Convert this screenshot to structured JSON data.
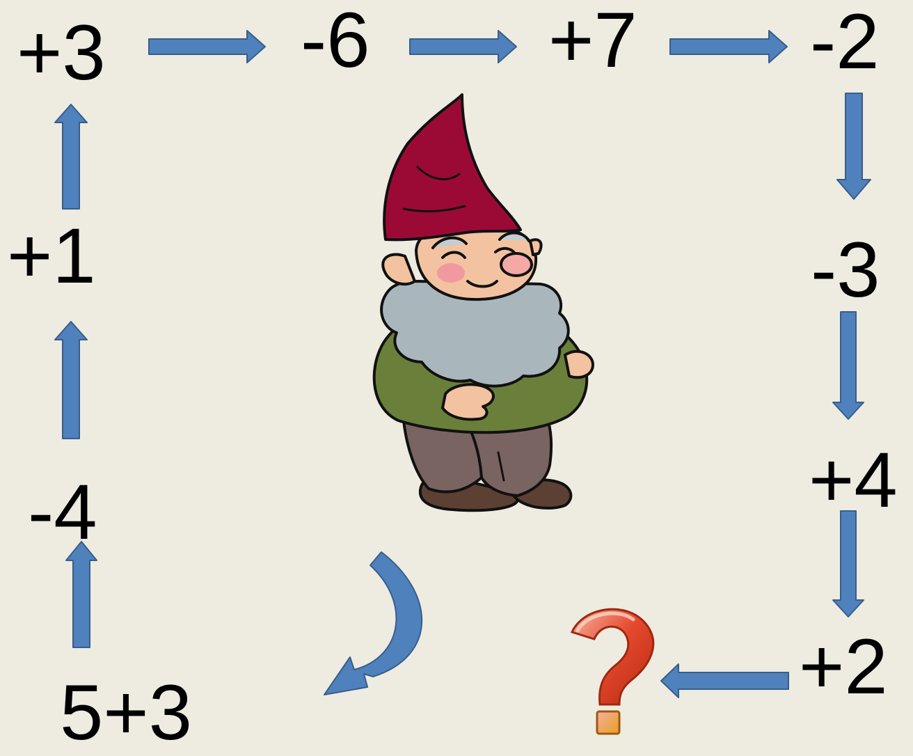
{
  "puzzle": {
    "start": "5+3",
    "steps": [
      "-4",
      "+1",
      "+3",
      "-6",
      "+7",
      "-2",
      "-3",
      "+4",
      "+2"
    ],
    "answer_symbol": "?",
    "colors": {
      "background": "#eeebe1",
      "arrow": "#4f81bd",
      "arrow_outline": "#385d8a",
      "question_mark": "#e64a2e",
      "gnome_hat": "#9b0a35",
      "gnome_sweater": "#6a7f3a",
      "gnome_beard": "#a9b7bd",
      "gnome_trousers": "#7a6462"
    },
    "icons": [
      "gnome-illustration",
      "curved-arrow-icon",
      "question-mark-icon"
    ]
  }
}
